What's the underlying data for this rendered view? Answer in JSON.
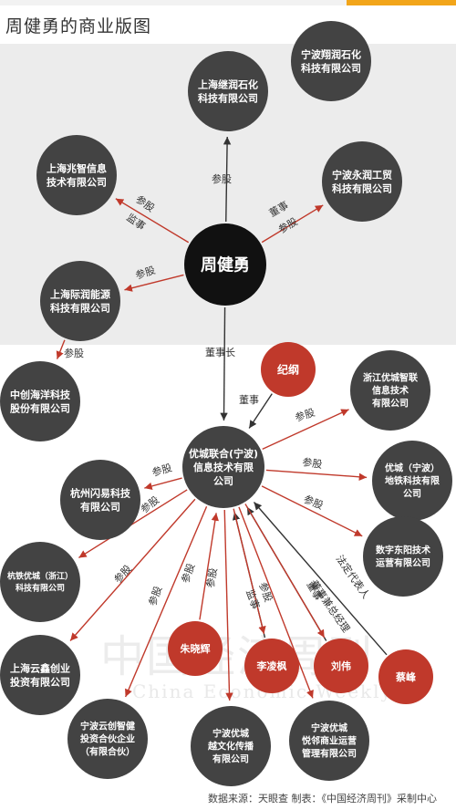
{
  "title": "周健勇的商业版图",
  "source_note": "数据来源：天眼查   制表：《中国经济周刊》采制中心",
  "watermark": {
    "cn": "中国经济周刊",
    "en": "China Economic Weekly"
  },
  "colors": {
    "dark_node": "#434343",
    "center_node": "#111111",
    "red_node": "#c0392b",
    "red_edge": "#c0392b",
    "dark_edge": "#333333"
  },
  "nodes": {
    "center": "周健勇",
    "jirun": "上海继润石化\n科技有限公司",
    "xiangrun": "宁波翔润石化\n科技有限公司",
    "zhaozhi": "上海兆智信息\n技术有限公司",
    "yongrun": "宁波永润工贸\n科技有限公司",
    "jirun_energy": "上海际润能源\n科技有限公司",
    "zhongchuang": "中创海洋科技\n股份有限公司",
    "jigang": "纪纲",
    "youcheng": "优城联合(宁波)\n信息技术有限\n公司",
    "zj_youcheng": "浙江优城智联\n信息技术\n有限公司",
    "youcheng_ditie": "优城（宁波）\n地铁科技有限\n公司",
    "hangzhou_shanyi": "杭州闪易科技\n有限公司",
    "shuzi_dongyang": "数字东阳技术\n运营有限公司",
    "hangtie": "杭铁优城（浙江）\n科技有限公司",
    "yunxin": "上海云鑫创业\n投资有限公司",
    "zhu": "朱晓辉",
    "li": "李凌枫",
    "liu": "刘伟",
    "cai": "蔡峰",
    "yunchuang": "宁波云创智健\n投资合伙企业\n（有限合伙）",
    "yuewenhua": "宁波优城\n越文化传播\n有限公司",
    "yuelin": "宁波优城\n悦邻商业运营\n管理有限公司"
  },
  "edges": {
    "center_jirun": "参股",
    "center_zhaozhi_1": "参股",
    "center_zhaozhi_2": "监事",
    "center_yongrun_1": "董事",
    "center_yongrun_2": "参股",
    "center_jirun_energy": "参股",
    "jirun_energy_zhongchuang": "参股",
    "center_youcheng": "董事长",
    "jigang_youcheng": "董事",
    "youcheng_zj": "参股",
    "youcheng_ditie": "参股",
    "youcheng_hangzhou": "参股",
    "youcheng_shuzi": "参股",
    "youcheng_hangtie": "参股",
    "youcheng_yunxin": "参股",
    "zhu_1": "参股",
    "zhu_2": "参股",
    "li_1": "监事",
    "li_2": "参股",
    "liu_1": "参股",
    "liu_2": "董事",
    "cai_1": "法定代表人",
    "cai_2": "董事兼总经理"
  }
}
